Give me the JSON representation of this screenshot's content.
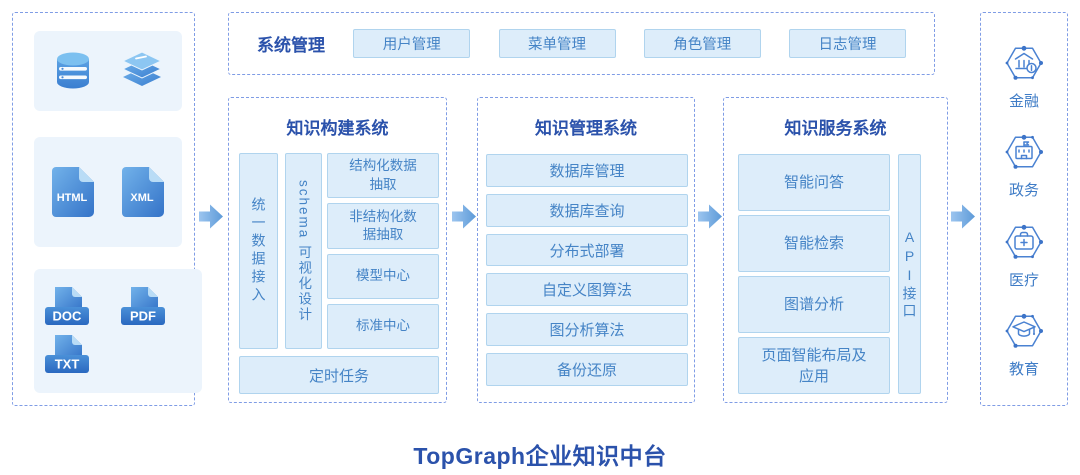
{
  "page_title": "TopGraph企业知识中台",
  "colors": {
    "accent_dark_blue": "#2b52ab",
    "button_text_blue": "#4584c6",
    "button_bg": "#ddedfa",
    "button_border": "#b0d4ee",
    "dashed_border": "#7f9ce5",
    "panel_bg": "#ecf4fc",
    "icon_blue_dark": "#2f6fc6",
    "icon_blue_light": "#7cc0f0"
  },
  "system_management": {
    "title": "系统管理",
    "buttons": [
      "用户管理",
      "菜单管理",
      "角色管理",
      "日志管理"
    ]
  },
  "data_sources": {
    "icon_names": [
      "database-icon",
      "layers-icon",
      "html-file-icon",
      "xml-file-icon",
      "doc-file-icon",
      "pdf-file-icon",
      "txt-file-icon"
    ],
    "file_labels": {
      "html": "HTML",
      "xml": "XML",
      "doc": "DOC",
      "pdf": "PDF",
      "txt": "TXT"
    }
  },
  "build_system": {
    "title": "知识构建系统",
    "vertical_items": [
      "统一数据接入",
      "schema 可视化设计"
    ],
    "items": [
      "结构化数据抽取",
      "非结构化数据抽取",
      "模型中心",
      "标准中心"
    ],
    "bottom_item": "定时任务"
  },
  "manage_system": {
    "title": "知识管理系统",
    "items": [
      "数据库管理",
      "数据库查询",
      "分布式部署",
      "自定义图算法",
      "图分析算法",
      "备份还原"
    ]
  },
  "service_system": {
    "title": "知识服务系统",
    "items": [
      "智能问答",
      "智能检索",
      "图谱分析",
      "页面智能布局及应用"
    ],
    "side_item": "API接口"
  },
  "industries": [
    {
      "label": "金融",
      "icon": "finance-hexagon-icon"
    },
    {
      "label": "政务",
      "icon": "government-hexagon-icon"
    },
    {
      "label": "医疗",
      "icon": "medical-hexagon-icon"
    },
    {
      "label": "教育",
      "icon": "education-hexagon-icon"
    }
  ]
}
